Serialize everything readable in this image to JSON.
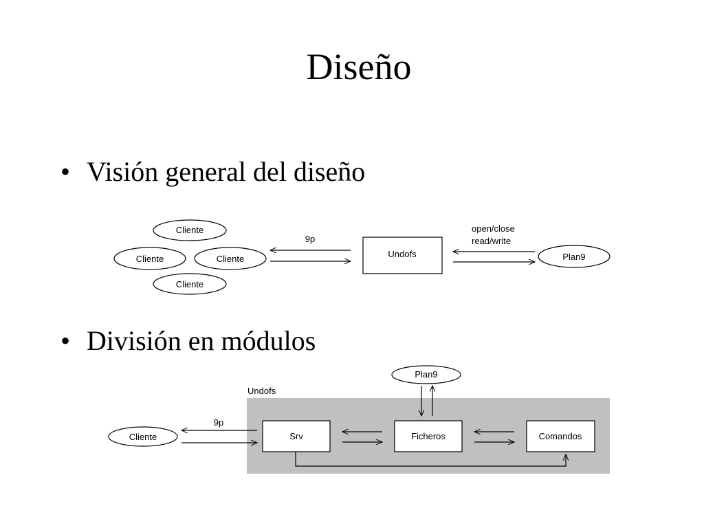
{
  "title": "Diseño",
  "bullets": {
    "bullet_glyph": "•",
    "overview": "Visión general del diseño",
    "modules": "División en módulos"
  },
  "overview_diagram": {
    "clients": [
      "Cliente",
      "Cliente",
      "Cliente",
      "Cliente"
    ],
    "protocol_label": "9p",
    "undofs_label": "Undofs",
    "ops_label_line1": "open/close",
    "ops_label_line2": "read/write",
    "plan9_label": "Plan9"
  },
  "modules_diagram": {
    "container_label": "Undofs",
    "container_color": "#c0c0c0",
    "client_label": "Cliente",
    "protocol_label": "9p",
    "srv_label": "Srv",
    "ficheros_label": "Ficheros",
    "comandos_label": "Comandos",
    "plan9_label": "Plan9"
  }
}
